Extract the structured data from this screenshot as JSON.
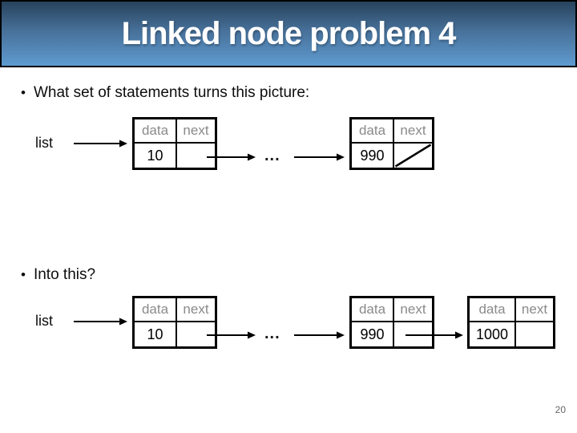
{
  "slide": {
    "title": "Linked node problem 4",
    "page_number": "20"
  },
  "bullets": {
    "marker": "•",
    "first": "What set of statements turns this picture:",
    "second": "Into this?"
  },
  "colors": {
    "banner_gradient_top": "#27425c",
    "banner_gradient_bottom": "#5e9bd0",
    "banner_border": "#000000",
    "title_text": "#ffffff",
    "node_header_gray": "#8a8a8a",
    "body_text": "#0d0d0d",
    "page_number_gray": "#666666"
  },
  "before_diagram": {
    "list_label": "list",
    "ellipsis": "...",
    "nodes": [
      {
        "col1_header": "data",
        "col2_header": "next",
        "value": "10",
        "next_state": "pointer-arrow"
      },
      {
        "col1_header": "data",
        "col2_header": "next",
        "value": "990",
        "next_state": "null-diagonal"
      }
    ]
  },
  "after_diagram": {
    "list_label": "list",
    "ellipsis": "...",
    "nodes": [
      {
        "col1_header": "data",
        "col2_header": "next",
        "value": "10",
        "next_state": "pointer-arrow"
      },
      {
        "col1_header": "data",
        "col2_header": "next",
        "value": "990",
        "next_state": "pointer-arrow"
      },
      {
        "col1_header": "data",
        "col2_header": "next",
        "value": "1000",
        "next_state": "empty"
      }
    ]
  }
}
